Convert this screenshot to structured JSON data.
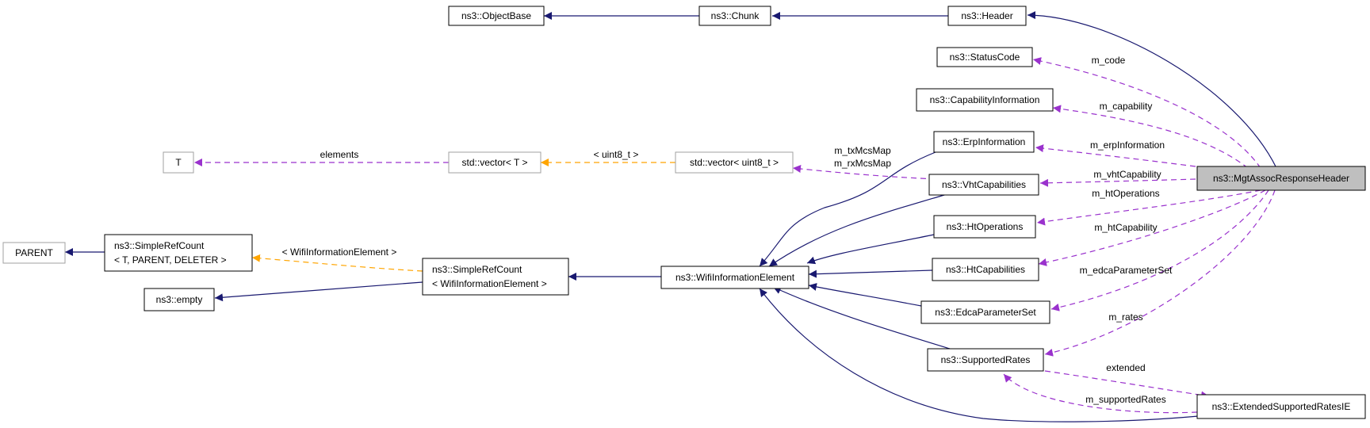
{
  "diagram": {
    "nodes": {
      "object_base": "ns3::ObjectBase",
      "chunk": "ns3::Chunk",
      "header": "ns3::Header",
      "status_code": "ns3::StatusCode",
      "capability_information": "ns3::CapabilityInformation",
      "erp_information": "ns3::ErpInformation",
      "vht_capabilities": "ns3::VhtCapabilities",
      "ht_operations": "ns3::HtOperations",
      "ht_capabilities": "ns3::HtCapabilities",
      "edca_parameter_set": "ns3::EdcaParameterSet",
      "supported_rates": "ns3::SupportedRates",
      "extended_supported_rates": "ns3::ExtendedSupportedRatesIE",
      "mgt_assoc_response_header": "ns3::MgtAssocResponseHeader",
      "wifi_information_element": "ns3::WifiInformationElement",
      "simple_ref_count_wie_line1": "ns3::SimpleRefCount",
      "simple_ref_count_wie_line2": "< WifiInformationElement >",
      "simple_ref_count_t_line1": "ns3::SimpleRefCount",
      "simple_ref_count_t_line2": "< T, PARENT, DELETER >",
      "parent": "PARENT",
      "empty": "ns3::empty",
      "t": "T",
      "std_vector_t": "std::vector< T >",
      "std_vector_uint8": "std::vector< uint8_t >"
    },
    "edge_labels": {
      "m_code": "m_code",
      "m_capability": "m_capability",
      "m_erp_information": "m_erpInformation",
      "m_vht_capability": "m_vhtCapability",
      "m_ht_operations": "m_htOperations",
      "m_ht_capability": "m_htCapability",
      "m_edca_parameter_set": "m_edcaParameterSet",
      "m_rates": "m_rates",
      "extended": "extended",
      "m_supported_rates": "m_supportedRates",
      "m_tx_mcs_map": "m_txMcsMap",
      "m_rx_mcs_map": "m_rxMcsMap",
      "uint8_t": "< uint8_t >",
      "elements": "elements",
      "wifi_information_element": "< WifiInformationElement >"
    },
    "colors": {
      "inheritance": "#191970",
      "usage": "#9a32cd",
      "template": "#ffa500",
      "focus_fill": "#bfbfbf"
    }
  }
}
